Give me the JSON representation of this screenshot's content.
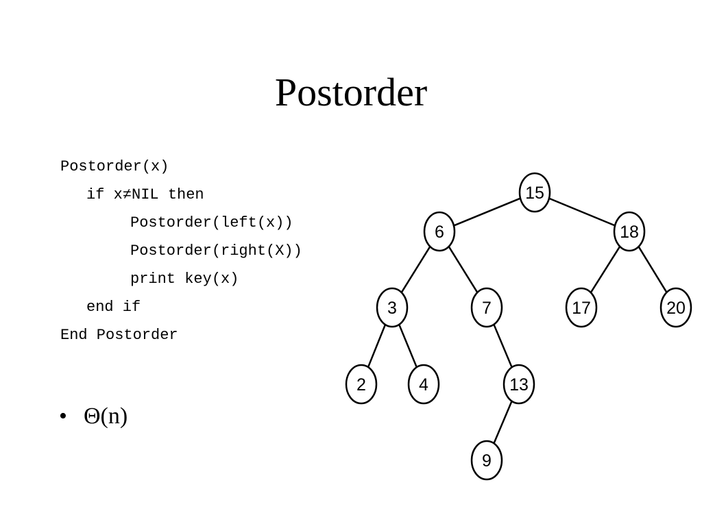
{
  "slide": {
    "title": "Postorder",
    "code_lines": [
      "Postorder(x)",
      "if x≠NIL then",
      "Postorder(left(x))",
      "Postorder(right(X))",
      "print key(x)",
      "end if",
      "End Postorder"
    ],
    "bullet": {
      "marker": "•",
      "text": "Θ(n)"
    }
  },
  "tree": {
    "nodes": [
      "15",
      "6",
      "18",
      "3",
      "7",
      "17",
      "20",
      "2",
      "4",
      "13",
      "9"
    ],
    "edges": [
      [
        "15",
        "6"
      ],
      [
        "15",
        "18"
      ],
      [
        "6",
        "3"
      ],
      [
        "6",
        "7"
      ],
      [
        "18",
        "17"
      ],
      [
        "18",
        "20"
      ],
      [
        "3",
        "2"
      ],
      [
        "3",
        "4"
      ],
      [
        "7",
        "13"
      ],
      [
        "13",
        "9"
      ]
    ]
  }
}
